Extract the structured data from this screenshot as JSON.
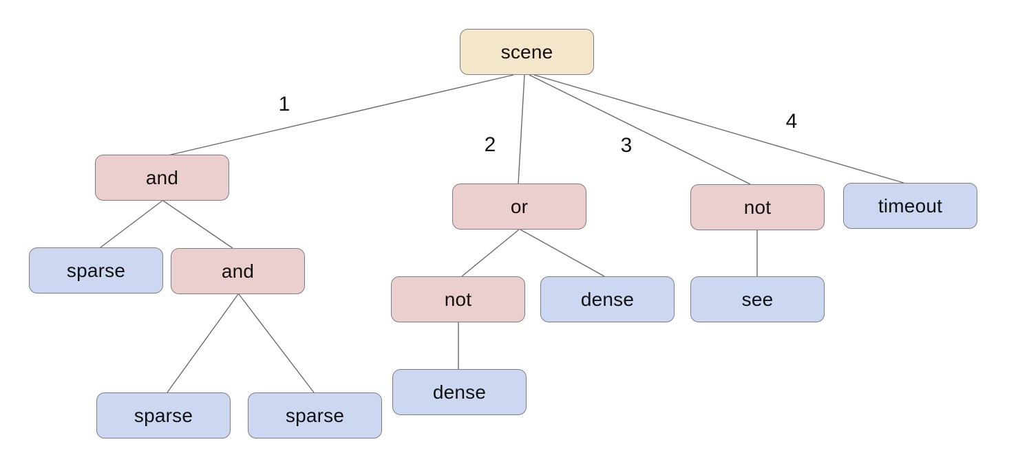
{
  "diagram": {
    "description": "behavior tree with root scene and numbered child branches",
    "background": "#ffffff",
    "palette": {
      "root_fill": "#f4e6ca",
      "operator_fill": "#eacfce",
      "leaf_fill": "#ccd7f1",
      "node_border": "#7d7d7d",
      "edge_color": "#6a6a6a",
      "text_color": "#111111"
    },
    "nodes": {
      "scene": {
        "label": "scene",
        "kind": "root"
      },
      "and1": {
        "label": "and",
        "kind": "operator"
      },
      "or1": {
        "label": "or",
        "kind": "operator"
      },
      "not_right": {
        "label": "not",
        "kind": "operator"
      },
      "timeout": {
        "label": "timeout",
        "kind": "leaf"
      },
      "sparse_left": {
        "label": "sparse",
        "kind": "leaf"
      },
      "and2": {
        "label": "and",
        "kind": "operator"
      },
      "not_mid": {
        "label": "not",
        "kind": "operator"
      },
      "dense_mid": {
        "label": "dense",
        "kind": "leaf"
      },
      "see": {
        "label": "see",
        "kind": "leaf"
      },
      "dense_bottom": {
        "label": "dense",
        "kind": "leaf"
      },
      "sparse_b1": {
        "label": "sparse",
        "kind": "leaf"
      },
      "sparse_b2": {
        "label": "sparse",
        "kind": "leaf"
      }
    },
    "edge_labels": {
      "e1": "1",
      "e2": "2",
      "e3": "3",
      "e4": "4"
    },
    "edges": [
      {
        "from": "scene",
        "to": "and1",
        "label": "1"
      },
      {
        "from": "scene",
        "to": "or1",
        "label": "2"
      },
      {
        "from": "scene",
        "to": "not_right",
        "label": "3"
      },
      {
        "from": "scene",
        "to": "timeout",
        "label": "4"
      },
      {
        "from": "and1",
        "to": "sparse_left"
      },
      {
        "from": "and1",
        "to": "and2"
      },
      {
        "from": "and2",
        "to": "sparse_b1"
      },
      {
        "from": "and2",
        "to": "sparse_b2"
      },
      {
        "from": "or1",
        "to": "not_mid"
      },
      {
        "from": "or1",
        "to": "dense_mid"
      },
      {
        "from": "not_mid",
        "to": "dense_bottom"
      },
      {
        "from": "not_right",
        "to": "see"
      }
    ]
  }
}
